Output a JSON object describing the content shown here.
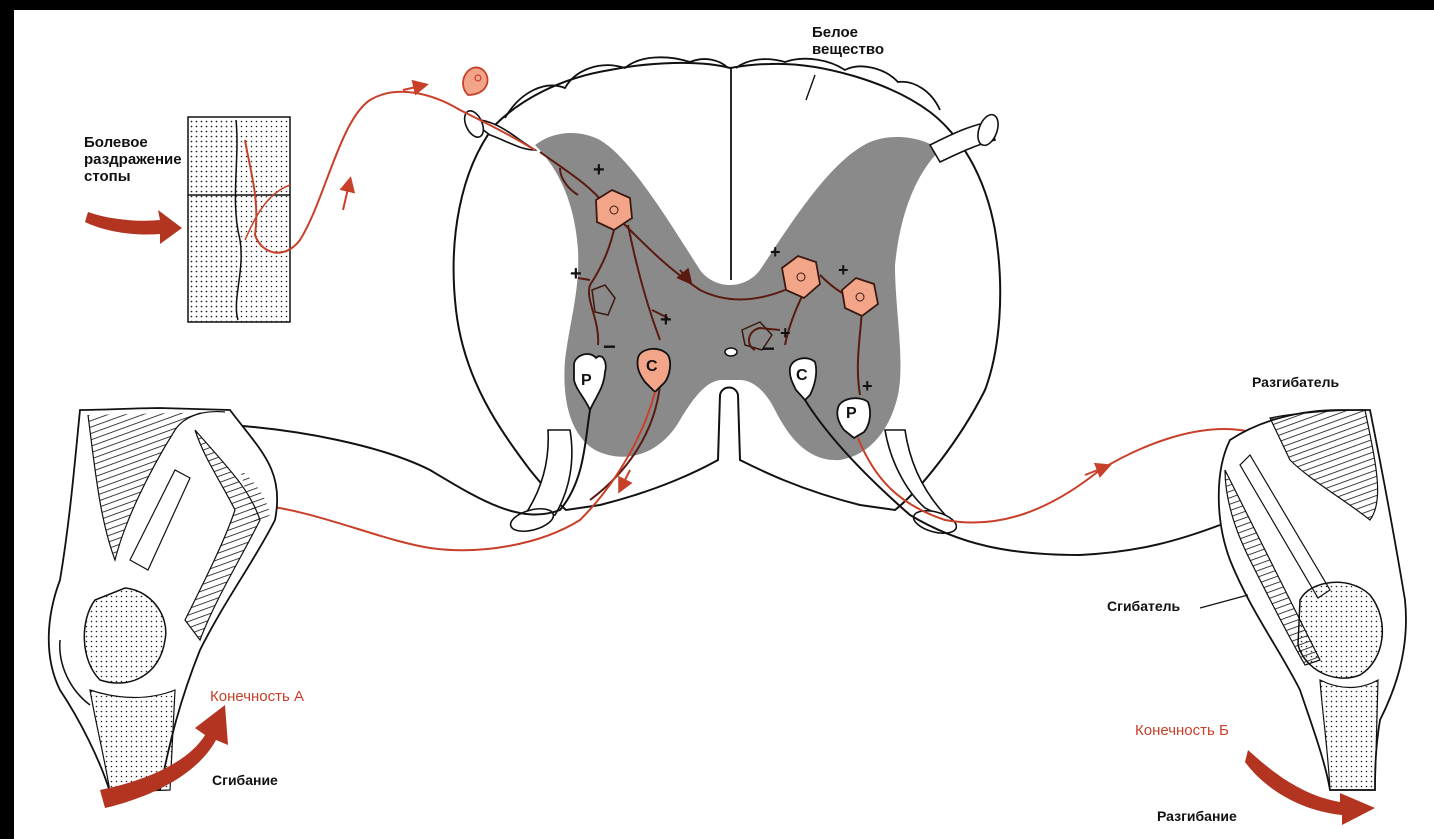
{
  "labels": {
    "white_matter": "Белое\nвещество",
    "pain_stimulus": "Болевое\nраздражение\nстопы",
    "extensor": "Разгибатель",
    "flexor": "Сгибатель",
    "limb_a": "Конечность А",
    "limb_b": "Конечность Б",
    "flexion": "Сгибание",
    "extension": "Разгибание"
  },
  "neuron_labels": {
    "left_p": "Р",
    "left_c": "С",
    "right_c": "С",
    "right_p": "Р"
  },
  "signs": {
    "plus": "+",
    "minus": "−"
  },
  "colors": {
    "excitatory_path": "#c8402a",
    "gray_matter": "#8a8a8a",
    "neuron_fill": "#f3a58a",
    "outline": "#111111",
    "background": "#ffffff"
  }
}
